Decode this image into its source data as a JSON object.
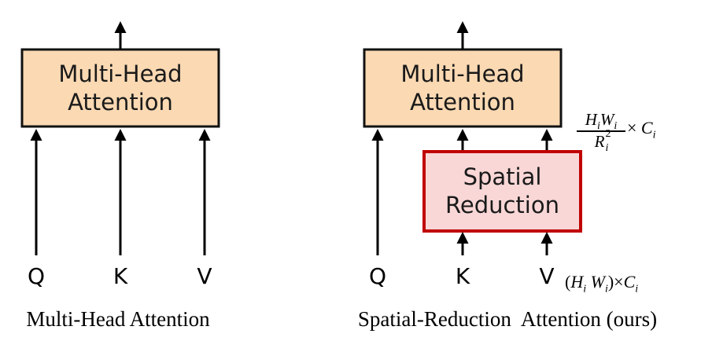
{
  "left_diagram": {
    "block_line1": "Multi-Head",
    "block_line2": "Attention",
    "inputs": [
      "Q",
      "K",
      "V"
    ],
    "caption": "Multi-Head Attention"
  },
  "right_diagram": {
    "block_line1": "Multi-Head",
    "block_line2": "Attention",
    "reduction_line1": "Spatial",
    "reduction_line2": "Reduction",
    "inputs": [
      "Q",
      "K",
      "V"
    ],
    "caption": "Spatial-Reduction  Attention (ours)",
    "reduced_shape": {
      "numerator": "H_i W_i",
      "denominator": "R_i^2",
      "times_channels": "× C_i"
    },
    "input_shape": "(H_i W_i)×C_i"
  },
  "colors": {
    "attention_fill": "#fad9b3",
    "attention_border": "#111111",
    "reduction_fill": "#f9d7d7",
    "reduction_border": "#c00000",
    "arrow": "#000000"
  }
}
